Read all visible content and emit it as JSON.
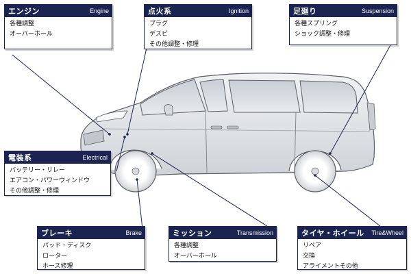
{
  "categories": {
    "engine": {
      "jp": "エンジン",
      "en": "Engine",
      "items": [
        "各種調整",
        "オーバーホール"
      ]
    },
    "ignition": {
      "jp": "点火系",
      "en": "Ignition",
      "items": [
        "プラグ",
        "デスビ",
        "その他調整・修理"
      ]
    },
    "suspension": {
      "jp": "足廻り",
      "en": "Suspension",
      "items": [
        "各種スプリング",
        "ショック調整・修理"
      ]
    },
    "electrical": {
      "jp": "電装系",
      "en": "Electrical",
      "items": [
        "バッテリー・リレー",
        "エアコン・パワーウィンドウ",
        "その他調整・修理"
      ]
    },
    "brake": {
      "jp": "ブレーキ",
      "en": "Brake",
      "items": [
        "パッド・ディスク",
        "ローター",
        "ホース修理"
      ]
    },
    "transmission": {
      "jp": "ミッション",
      "en": "Transmission",
      "items": [
        "各種調整",
        "オーバーホール"
      ]
    },
    "tire": {
      "jp": "タイヤ・ホイール",
      "en": "Tire&Wheel",
      "items": [
        "リペア",
        "交換",
        "アライメントその他"
      ]
    }
  },
  "colors": {
    "header": "#1b2450",
    "car_body": "#e4e6e9",
    "car_line": "#5a5e66"
  }
}
